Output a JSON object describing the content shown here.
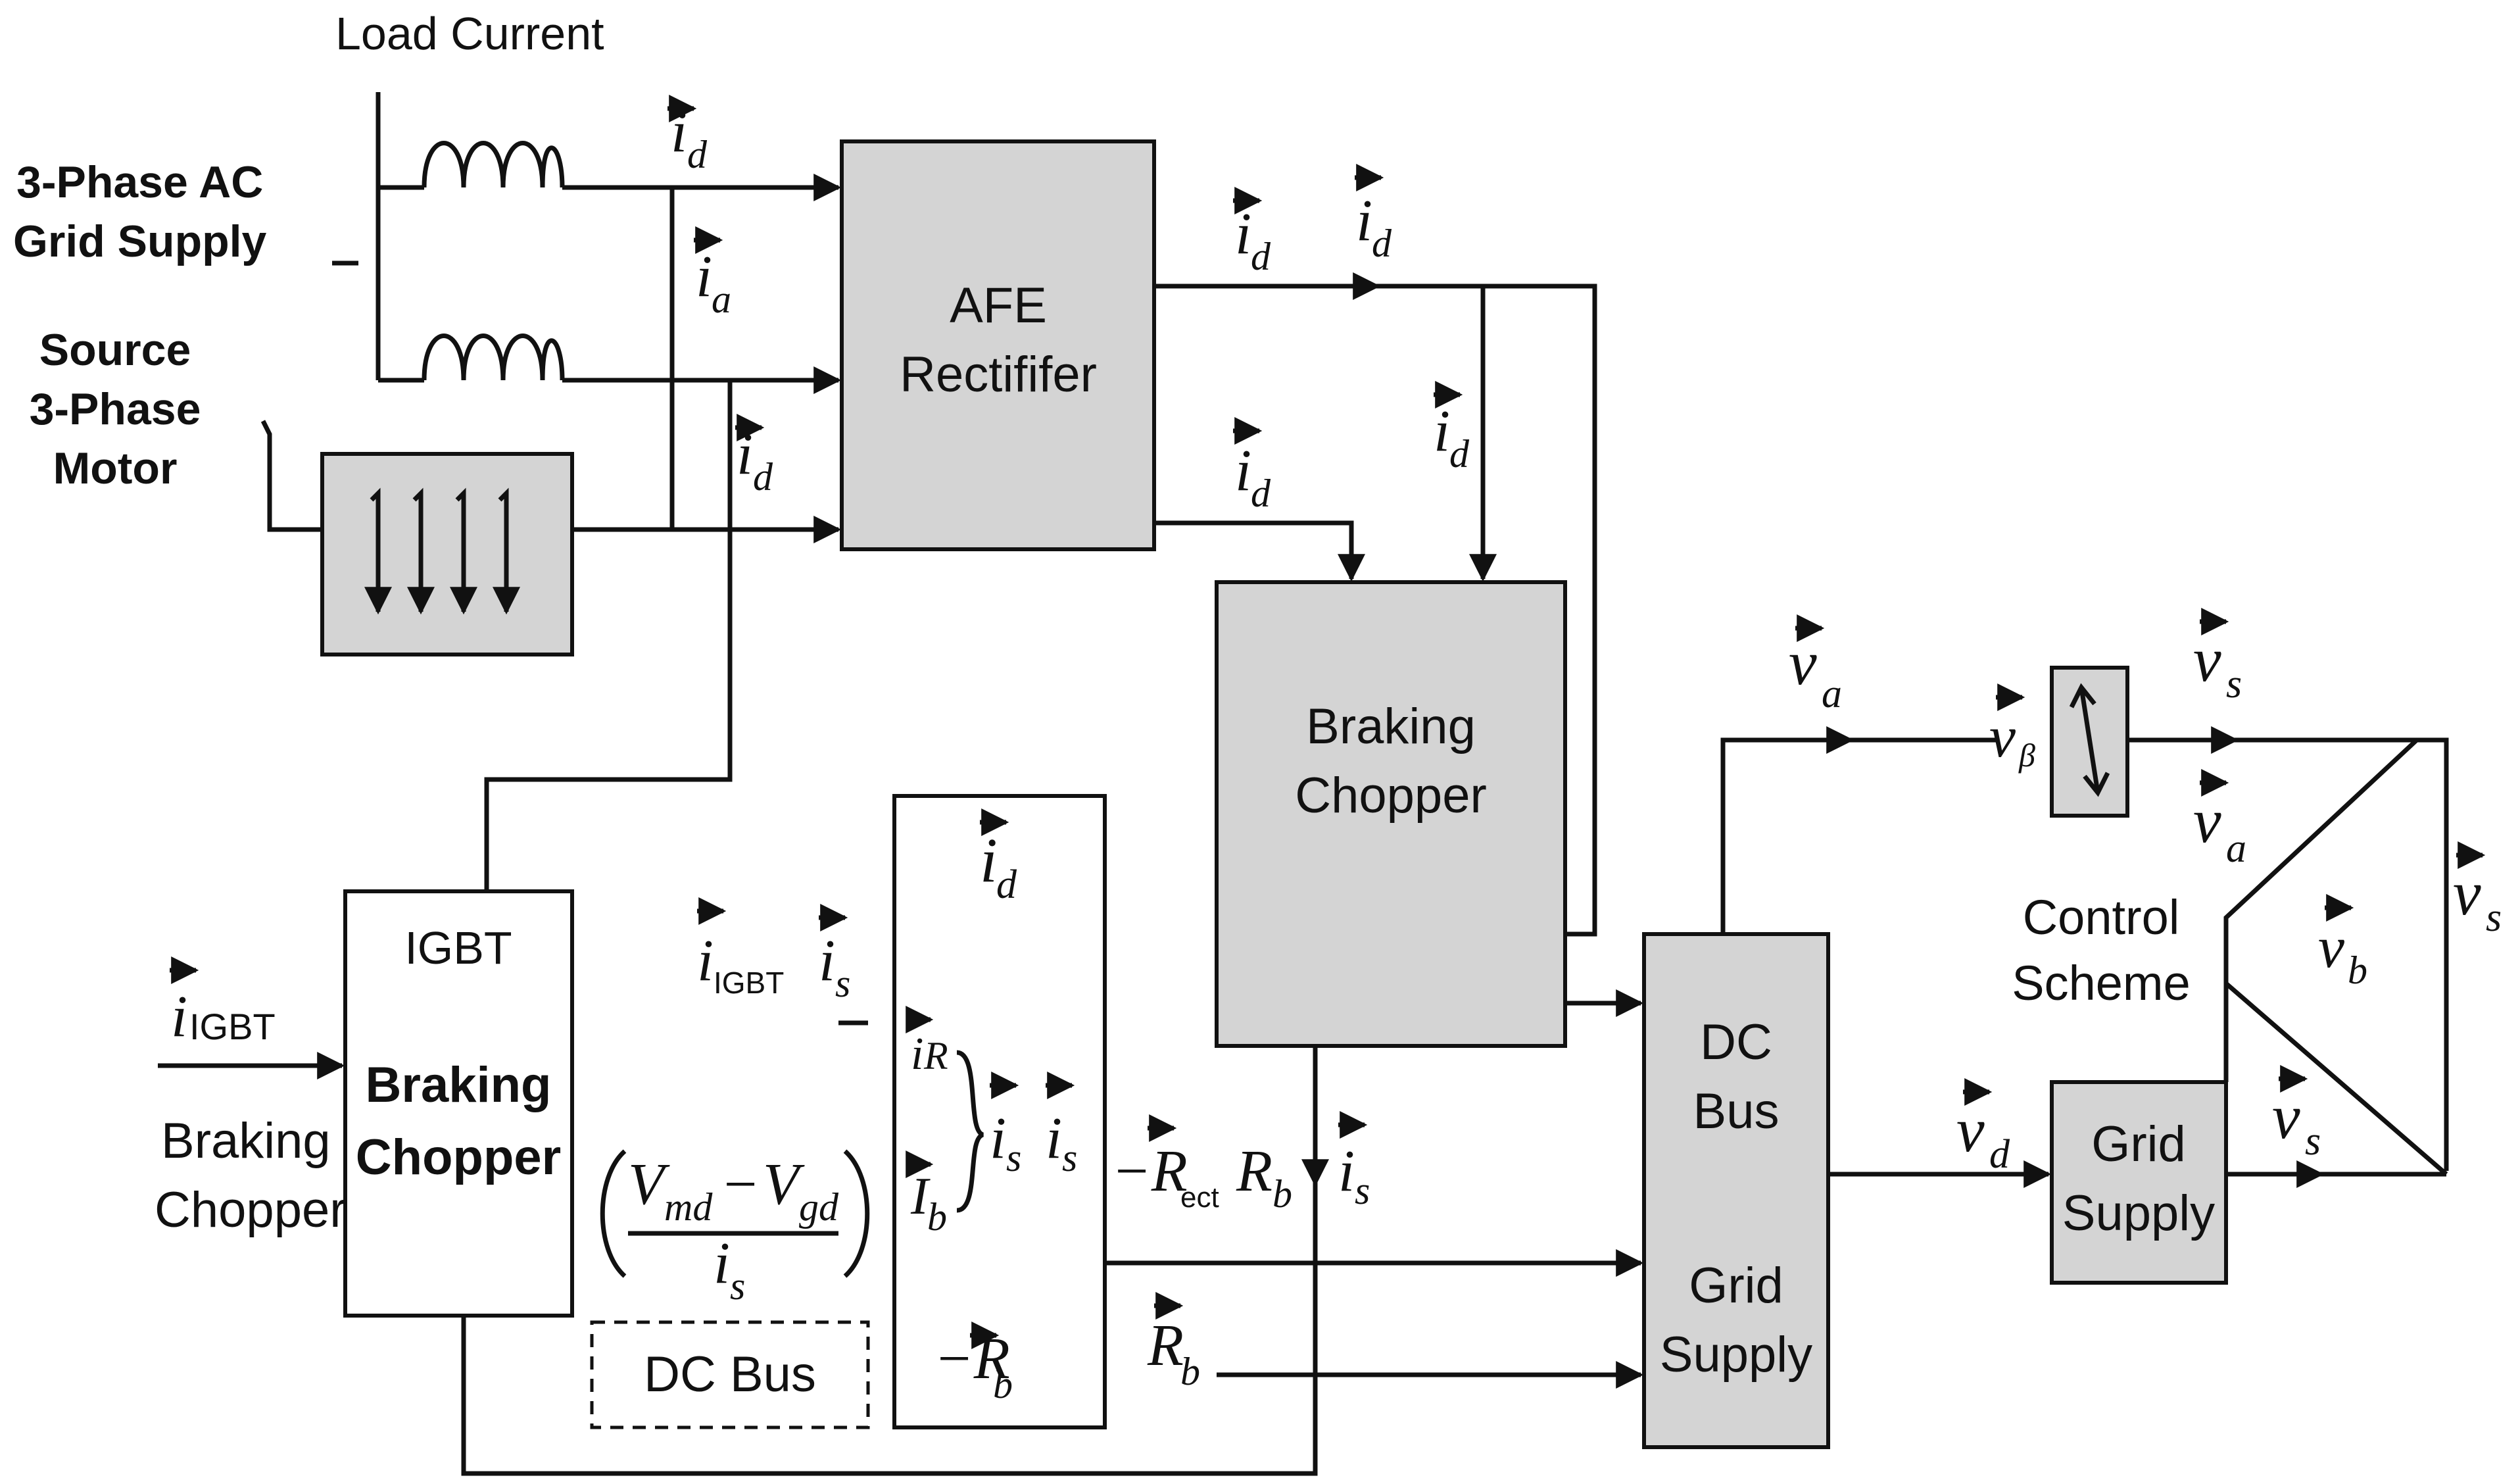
{
  "labels": {
    "load_current": "Load Current",
    "grid_supply_ac_1": "3-Phase AC",
    "grid_supply_ac_2": "Grid Supply",
    "source_motor_1": "Source",
    "source_motor_2": "3-Phase",
    "source_motor_3": "Motor",
    "braking_chopper_left_1": "Braking",
    "braking_chopper_left_2": "Chopper",
    "control_scheme_1": "Control",
    "control_scheme_2": "Scheme"
  },
  "blocks": {
    "afe_1": "AFE",
    "afe_2": "Rectififer",
    "braking_1": "Braking",
    "braking_2": "Chopper",
    "igbt_title": "IGBT",
    "igbt_1": "Braking",
    "igbt_2": "Chopper",
    "dcbus_1": "DC",
    "dcbus_2": "Bus",
    "dcbus_3": "Grid",
    "dcbus_4": "Supply",
    "grid_1": "Grid",
    "grid_2": "Supply",
    "dc_bus_dashed": "DC Bus"
  },
  "symbols": {
    "i_d": "i",
    "i_a": "i",
    "i_s": "i",
    "v_a": "v",
    "v_s": "v",
    "v_d": "v",
    "v_b": "v",
    "R_b": "R",
    "I_b": "I",
    "i_R": "i",
    "sub_d": "d",
    "sub_a": "a",
    "sub_s": "s",
    "sub_b": "b",
    "sub_beta": "β",
    "sub_R": "R",
    "sub_IGBT": "IGBT",
    "sub_ect": "ect",
    "minus_R_ect": "−R",
    "minus_R_b": "−R"
  },
  "formula": {
    "numerator_Vmd": "V",
    "sub_md": "md",
    "minus": "−",
    "numerator_Vgd": "V",
    "sub_gd": "gd",
    "denominator": "i",
    "sub_s": "s"
  },
  "colors": {
    "block_fill": "#d4d4d4",
    "line": "#111111"
  }
}
